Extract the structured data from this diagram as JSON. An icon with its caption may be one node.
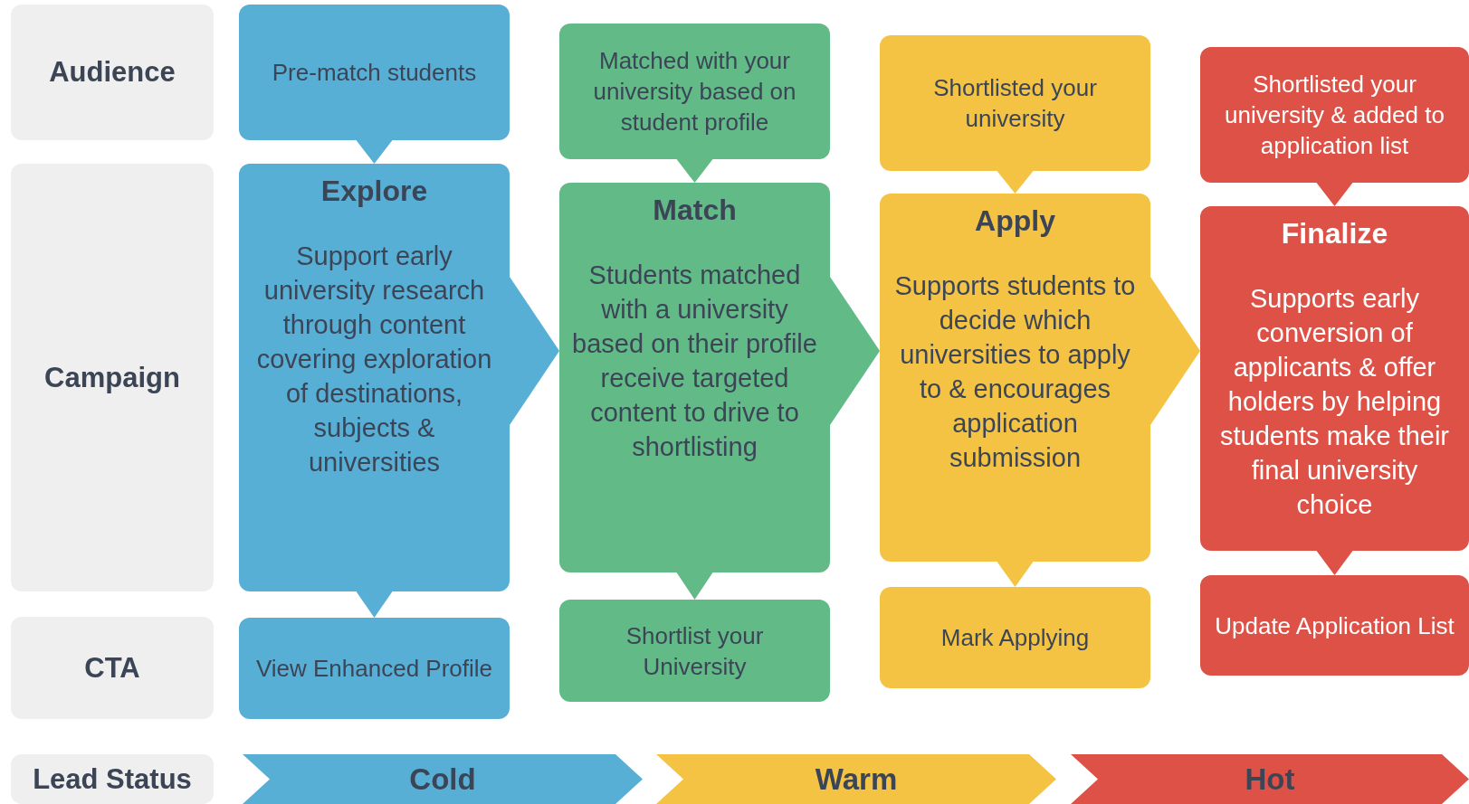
{
  "diagram": {
    "nodes": [
      {
        "text": [
          "Audience"
        ]
      },
      {
        "text": [
          "Campaign"
        ]
      },
      {
        "text": [
          "CTA"
        ]
      },
      {
        "text": [
          "Lead Status"
        ]
      },
      {
        "text": [
          "Pre-match students"
        ]
      },
      {
        "text": [
          "Explore",
          "Support early university research through content covering exploration of destinations, subjects & universities"
        ]
      },
      {
        "text": [
          "View Enhanced Profile"
        ]
      },
      {
        "text": [
          "Matched with your university based on student profile"
        ]
      },
      {
        "text": [
          "Match",
          "Students matched with a university based on their profile receive targeted content to drive to shortlisting"
        ]
      },
      {
        "text": [
          "Shortlist your University"
        ]
      },
      {
        "text": [
          "Shortlisted your university"
        ]
      },
      {
        "text": [
          "Apply",
          "Supports students to decide which universities to apply to & encourages application submission"
        ]
      },
      {
        "text": [
          "Mark Applying"
        ]
      },
      {
        "text": [
          "Shortlisted your university & added to application list"
        ]
      },
      {
        "text": [
          "Finalize",
          "Supports early conversion of applicants & offer holders by helping students make their final university choice"
        ]
      },
      {
        "text": [
          "Update Application List"
        ]
      },
      {
        "text": [
          "Cold"
        ]
      },
      {
        "text": [
          "Warm"
        ]
      },
      {
        "text": [
          "Hot"
        ]
      }
    ],
    "edges": [
      {
        "from": 4,
        "to": 5,
        "arrow": "to",
        "color": "#57afd6"
      },
      {
        "from": 5,
        "to": 6,
        "arrow": "to",
        "color": "#57afd6"
      },
      {
        "from": 5,
        "to": 8,
        "arrow": "to",
        "color": "#57afd6"
      },
      {
        "from": 7,
        "to": 8,
        "arrow": "to",
        "color": "#62bb87"
      },
      {
        "from": 8,
        "to": 9,
        "arrow": "to",
        "color": "#62bb87"
      },
      {
        "from": 8,
        "to": 11,
        "arrow": "to",
        "color": "#62bb87"
      },
      {
        "from": 10,
        "to": 11,
        "arrow": "to",
        "color": "#f5c344"
      },
      {
        "from": 11,
        "to": 12,
        "arrow": "to",
        "color": "#f5c344"
      },
      {
        "from": 11,
        "to": 14,
        "arrow": "to",
        "color": "#f5c344"
      },
      {
        "from": 13,
        "to": 14,
        "arrow": "to",
        "color": "#de5146"
      },
      {
        "from": 14,
        "to": 15,
        "arrow": "to",
        "color": "#de5146"
      }
    ]
  }
}
